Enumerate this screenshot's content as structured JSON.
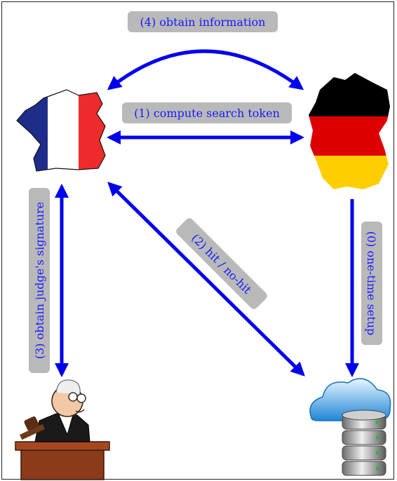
{
  "steps": {
    "setup": "(0) one-time setup",
    "search_token": "(1) compute search token",
    "hit": "(2) hit / no-hit",
    "signature": "(3) obtain judge's signature",
    "information": "(4) obtain information"
  },
  "icons": {
    "france": "france-flag-map-icon",
    "germany": "germany-flag-map-icon",
    "judge": "judge-icon",
    "database": "cloud-database-icon"
  },
  "colors": {
    "arrow": "#0000ee",
    "label_bg": "#b9b9b9",
    "label_text": "#1a1aff",
    "france_blue": "#1f2d8a",
    "france_red": "#ee2b2b",
    "germany_black": "#000000",
    "germany_red": "#dd0000",
    "germany_gold": "#ffce00"
  }
}
